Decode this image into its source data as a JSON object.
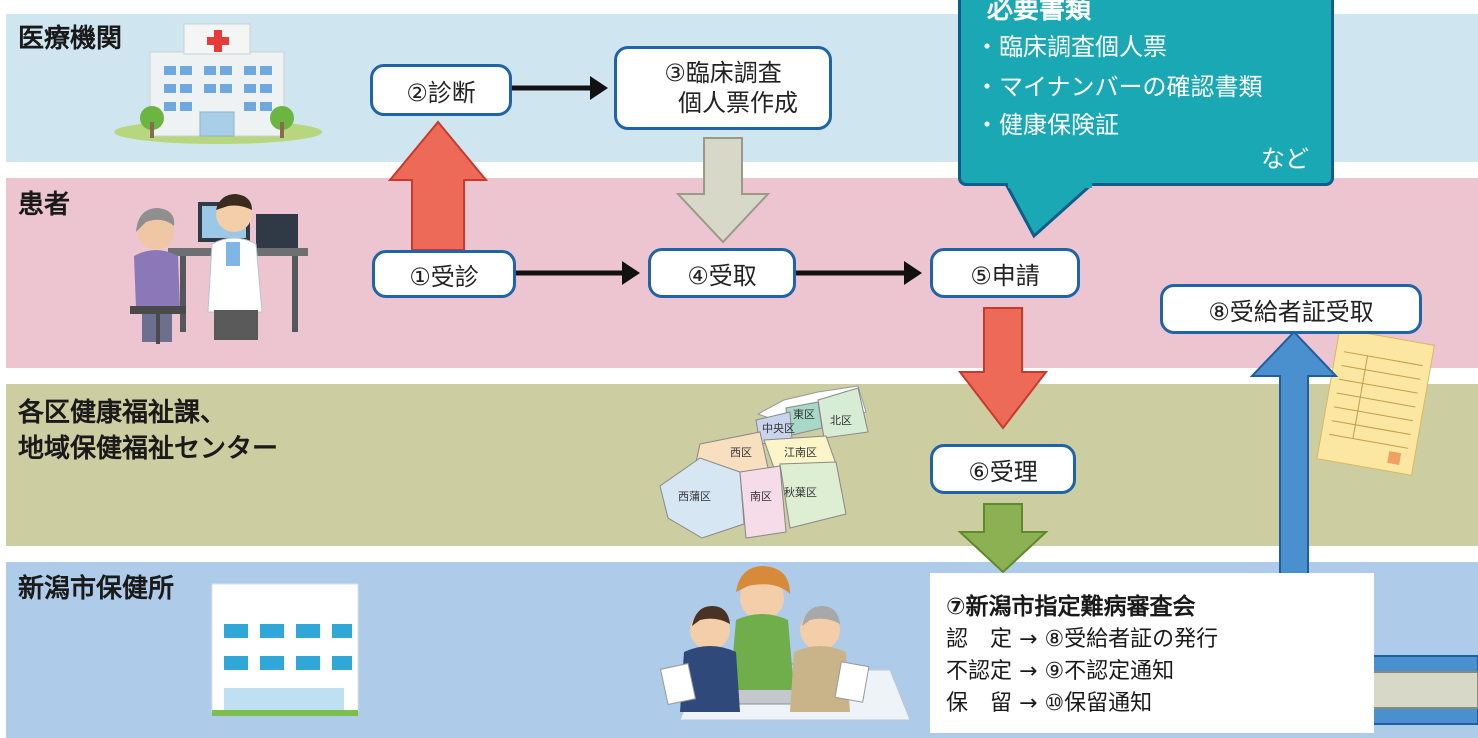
{
  "bands": {
    "medical": {
      "title": "医療機関",
      "color": "#cfe6f1"
    },
    "patient": {
      "title": "患者",
      "color": "#edc5d1"
    },
    "ward": {
      "title_line1": "各区健康福祉課、",
      "title_line2": "地域保健福祉センター",
      "color": "#cdcda2"
    },
    "center": {
      "title": "新潟市保健所",
      "color": "#afcbea"
    }
  },
  "steps": {
    "s1": "①受診",
    "s2": "②診断",
    "s3_line1": "③臨床調査",
    "s3_line2": "個人票作成",
    "s4": "④受取",
    "s5": "⑤申請",
    "s6": "⑥受理",
    "s8": "⑧受給者証受取"
  },
  "callout": {
    "title": "必要書類",
    "items": [
      "・臨床調査個人票",
      "・マイナンバーの確認書類",
      "・健康保険証"
    ],
    "more": "など"
  },
  "review": {
    "title": "⑦新潟市指定難病審査会",
    "outcomes": [
      {
        "label": "認　定",
        "arrow": "→",
        "result": "⑧受給者証の発行"
      },
      {
        "label": "不認定",
        "arrow": "→",
        "result": "⑨不認定通知"
      },
      {
        "label": "保　留",
        "arrow": "→",
        "result": "⑩保留通知"
      }
    ]
  },
  "map_labels": {
    "higashi": "東区",
    "chuo": "中央区",
    "kita": "北区",
    "nishi": "西区",
    "konan": "江南区",
    "nishikan": "西蒲区",
    "minami": "南区",
    "akiha": "秋葉区"
  },
  "colors": {
    "node_border": "#1f63a8",
    "arrow_red": "#ec6a57",
    "arrow_gray": "#d8d8c9",
    "arrow_green": "#8cb152",
    "arrow_blue": "#4a90cf",
    "callout_fill": "#1aa8b5"
  }
}
